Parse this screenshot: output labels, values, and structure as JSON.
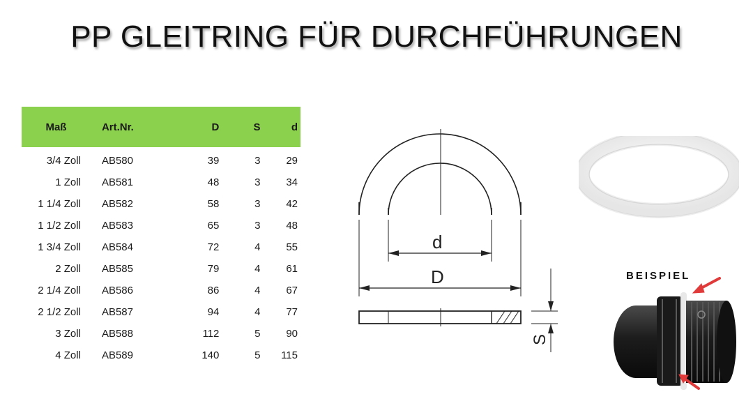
{
  "title": "PP GLEITRING FÜR DURCHFÜHRUNGEN",
  "table": {
    "headers": [
      "Maß",
      "Art.Nr.",
      "D",
      "S",
      "d"
    ],
    "rows": [
      [
        "3/4 Zoll",
        "AB580",
        "39",
        "3",
        "29"
      ],
      [
        "1 Zoll",
        "AB581",
        "48",
        "3",
        "34"
      ],
      [
        "1 1/4 Zoll",
        "AB582",
        "58",
        "3",
        "42"
      ],
      [
        "1 1/2 Zoll",
        "AB583",
        "65",
        "3",
        "48"
      ],
      [
        "1 3/4 Zoll",
        "AB584",
        "72",
        "4",
        "55"
      ],
      [
        "2 Zoll",
        "AB585",
        "79",
        "4",
        "61"
      ],
      [
        "2 1/4 Zoll",
        "AB586",
        "86",
        "4",
        "67"
      ],
      [
        "2 1/2 Zoll",
        "AB587",
        "94",
        "4",
        "77"
      ],
      [
        "3 Zoll",
        "AB588",
        "112",
        "5",
        "90"
      ],
      [
        "4 Zoll",
        "AB589",
        "140",
        "5",
        "115"
      ]
    ]
  },
  "drawing": {
    "label_d": "d",
    "label_D": "D",
    "label_S": "S"
  },
  "example": {
    "label": "BEISPIEL"
  },
  "colors": {
    "header_green": "#8cd14d",
    "arrow_red": "#e03a3a"
  }
}
